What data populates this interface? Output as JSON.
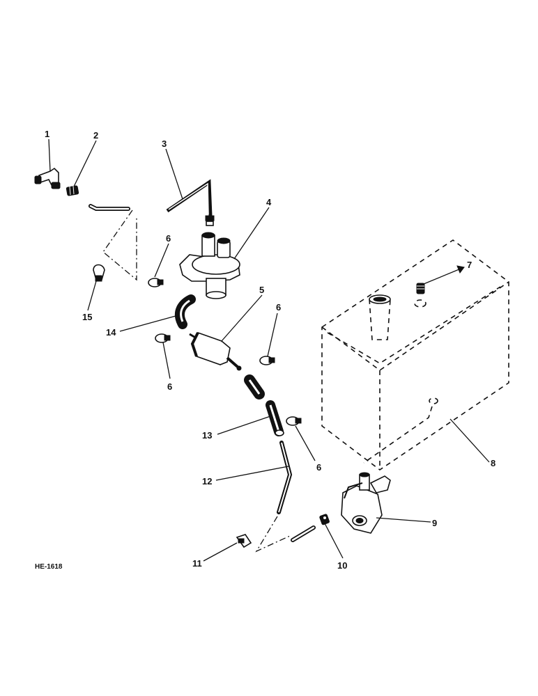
{
  "drawing_code": "HE-1618",
  "callouts": {
    "c1": "1",
    "c2": "2",
    "c3": "3",
    "c4": "4",
    "c5": "5",
    "c6a": "6",
    "c6b": "6",
    "c6c": "6",
    "c6d": "6",
    "c7": "7",
    "c8": "8",
    "c9": "9",
    "c10": "10",
    "c11": "11",
    "c12": "12",
    "c13": "13",
    "c14": "14",
    "c15": "15"
  }
}
